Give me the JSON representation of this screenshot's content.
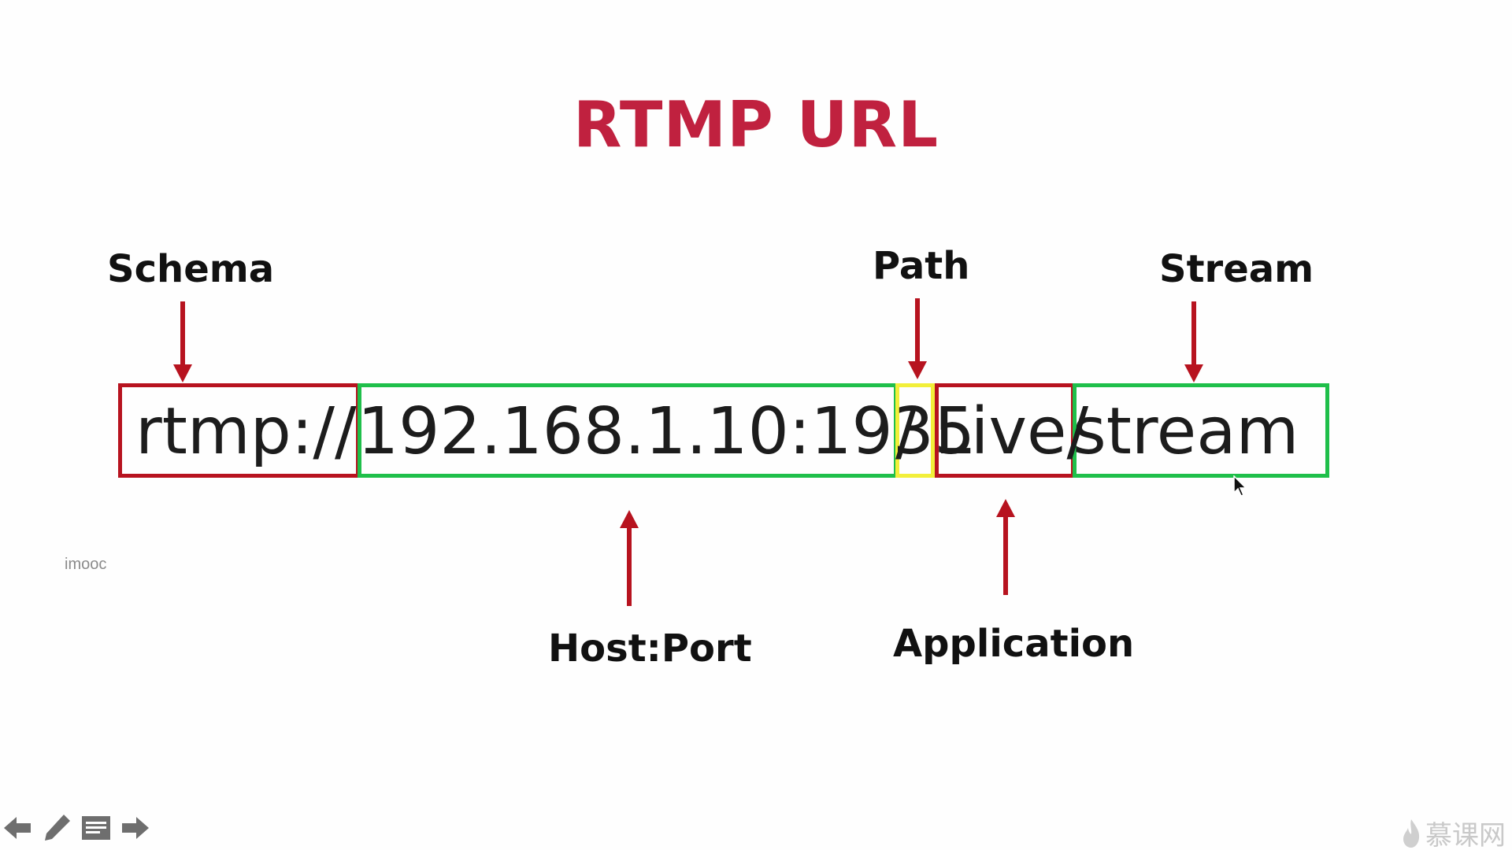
{
  "slide": {
    "title": "RTMP URL"
  },
  "url": {
    "parts": [
      {
        "text": "rtmp://",
        "color": "#b7131f"
      },
      {
        "text": "192.168.1.10:1935",
        "color": "#1fbf4a"
      },
      {
        "text": "/",
        "color": "#f2ef3a"
      },
      {
        "text": "Live/",
        "color": "#b7131f"
      },
      {
        "text": "stream",
        "color": "#1fbf4a"
      }
    ]
  },
  "labels": {
    "schema": "Schema",
    "path": "Path",
    "stream": "Stream",
    "host_port": "Host:Port",
    "application": "Application"
  },
  "colors": {
    "title": "#c0213f",
    "arrow": "#b7131f",
    "box_red": "#b7131f",
    "box_green": "#1fbf4a",
    "box_yellow": "#f2ef3a"
  },
  "watermark": "imooc",
  "toolbar": {
    "icons": [
      "arrow-left-icon",
      "pen-icon",
      "menu-icon",
      "arrow-right-icon"
    ]
  },
  "brand": {
    "text": "慕课网",
    "icon": "flame-icon"
  }
}
